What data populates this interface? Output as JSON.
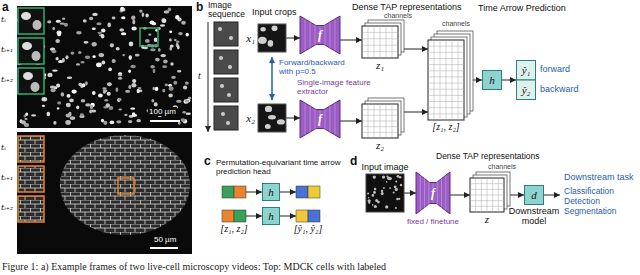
{
  "diagram": {
    "caption": "Figure 1: a) Example frames of two live-cell microscopy videos: Top: MDCK cells with labeled",
    "nodes": [
      {
        "text": [
          "x₁"
        ]
      },
      {
        "text": [
          "x₂"
        ]
      },
      {
        "text": [
          "f"
        ]
      },
      {
        "text": [
          "f"
        ]
      },
      {
        "text": [
          "z₁"
        ]
      },
      {
        "text": [
          "z₂"
        ]
      },
      {
        "text": [
          "[z₁, z₂]"
        ]
      },
      {
        "text": [
          "h"
        ]
      },
      {
        "text": [
          "ŷ₁",
          "ŷ₂"
        ]
      },
      {
        "text": [
          "[z₁, z₂]"
        ]
      },
      {
        "text": [
          "h"
        ]
      },
      {
        "text": [
          "h"
        ]
      },
      {
        "text": [
          "[ŷ₁, ŷ₂]"
        ]
      },
      {
        "text": [
          "Input image"
        ]
      },
      {
        "text": [
          "f"
        ]
      },
      {
        "text": [
          "z"
        ]
      },
      {
        "text": [
          "d",
          "Downstream model"
        ]
      }
    ],
    "edges": [
      {
        "from": 0,
        "to": 2,
        "arrow": "to"
      },
      {
        "from": 1,
        "to": 3,
        "arrow": "to"
      },
      {
        "from": 2,
        "to": 4,
        "arrow": "to"
      },
      {
        "from": 3,
        "to": 5,
        "arrow": "to"
      },
      {
        "from": 4,
        "to": 6,
        "arrow": "to"
      },
      {
        "from": 5,
        "to": 6,
        "arrow": "to"
      },
      {
        "from": 6,
        "to": 7,
        "arrow": "to"
      },
      {
        "from": 7,
        "to": 8,
        "arrow": "to"
      },
      {
        "from": 9,
        "to": 11,
        "arrow": "to"
      },
      {
        "from": 11,
        "to": 12,
        "arrow": "to"
      },
      {
        "from": 13,
        "to": 14,
        "arrow": "to"
      },
      {
        "from": 14,
        "to": 15,
        "arrow": "to"
      },
      {
        "from": 15,
        "to": 16,
        "arrow": "to"
      }
    ],
    "labels": [
      "a",
      "tᵢ",
      "tᵢ₊₁",
      "tᵢ₊₂",
      "100 µm",
      "tᵢ",
      "tᵢ₊₁",
      "tᵢ₊₂",
      "50 µm",
      "b",
      "Image sequence",
      "t",
      "Input crops",
      "Forward/backward with p=0.5",
      "Single-image feature extractor",
      "Dense TAP representations",
      "channels",
      "channels",
      "Time Arrow Prediction",
      "forward",
      "backward",
      "c",
      "Permutation-equivariant time arrow prediction head",
      "d",
      "Dense TAP representations",
      "channels",
      "fixed / finetune",
      "Downstream task",
      "Classification Detection Segmentation"
    ]
  }
}
